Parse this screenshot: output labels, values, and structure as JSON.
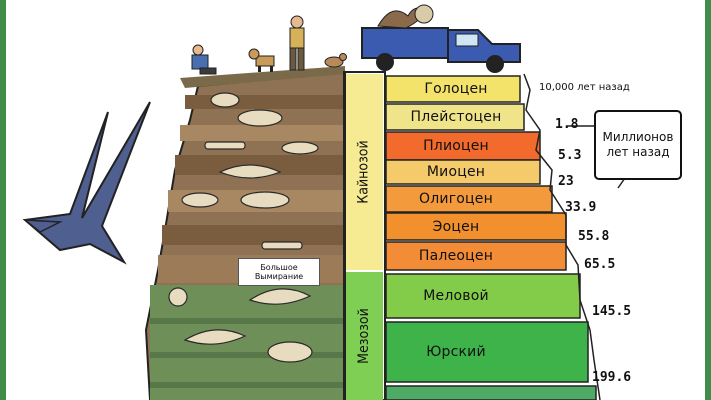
{
  "ages_note": "10,000 лет назад",
  "myr_label": "Миллионов лет назад",
  "extinction_label": "Большое Вымирание",
  "eras": [
    {
      "name": "Кайнозой"
    },
    {
      "name": "Мезозой"
    }
  ],
  "epochs": [
    {
      "name": "Голоцен",
      "color": "#f3e36b"
    },
    {
      "name": "Плейстоцен",
      "color": "#f0e48a"
    },
    {
      "name": "Плиоцен",
      "color": "#f26a2c"
    },
    {
      "name": "Миоцен",
      "color": "#f4ca6a"
    },
    {
      "name": "Олигоцен",
      "color": "#f39a3d"
    },
    {
      "name": "Эоцен",
      "color": "#f2902e"
    },
    {
      "name": "Палеоцен",
      "color": "#f28c36"
    },
    {
      "name": "Меловой",
      "color": "#83cc4a"
    },
    {
      "name": "Юрский",
      "color": "#3eb34a"
    }
  ],
  "ages": [
    "1.8",
    "5.3",
    "23",
    "33.9",
    "55.8",
    "65.5",
    "145.5",
    "199.6"
  ],
  "colors": {
    "cenozoic_bar": "#f6ea92",
    "mesozoic_bar": "#7fcf55",
    "rock_brown": "#8a6a4a",
    "rock_green": "#6f8f58",
    "truck": "#3b5bb0"
  },
  "icons": [
    "pterodactyl-icon",
    "truck-icon",
    "paleontologist-icon",
    "dog-icon",
    "rabbit-icon",
    "fossil-icon"
  ]
}
